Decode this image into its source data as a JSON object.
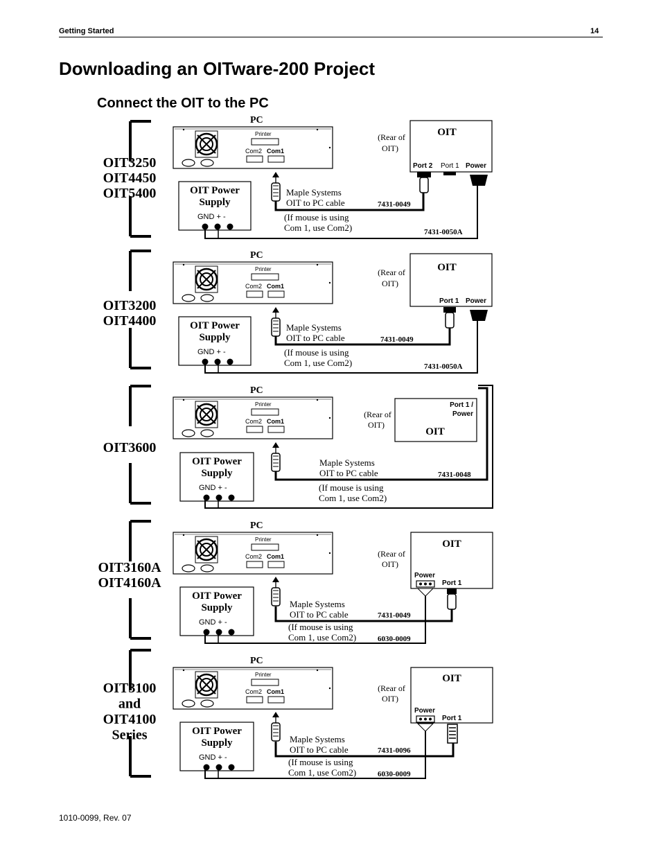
{
  "header": {
    "section": "Getting Started",
    "page_number": "14"
  },
  "title": "Downloading an OITware-200 Project",
  "subtitle": "Connect the OIT to the PC",
  "footer": "1010-0099, Rev. 07",
  "pc": {
    "label": "PC",
    "printer_label": "Printer",
    "com2_label": "Com2",
    "com1_label": "Com1"
  },
  "power_supply": {
    "title_line1": "OIT Power",
    "title_line2": "Supply",
    "terminals": "GND +   -"
  },
  "cable": {
    "line1": "Maple Systems",
    "line2": "OIT to PC cable"
  },
  "mouse_note": {
    "line1": "(If mouse is using",
    "line2": "Com 1, use Com2)"
  },
  "rear_note": {
    "line1": "(Rear of",
    "line2": "OIT)"
  },
  "oit_label": "OIT",
  "sections": [
    {
      "models": [
        "OIT3250",
        "OIT4450",
        "OIT5400"
      ],
      "ports": {
        "port2": "Port 2",
        "port1": "Port 1",
        "power": "Power"
      },
      "cable_part": "7431-0049",
      "power_part": "7431-0050A"
    },
    {
      "models": [
        "OIT3200",
        "OIT4400"
      ],
      "ports": {
        "port1": "Port 1",
        "power": "Power"
      },
      "cable_part": "7431-0049",
      "power_part": "7431-0050A"
    },
    {
      "models": [
        "OIT3600"
      ],
      "ports": {
        "combo_line1": "Port 1 /",
        "combo_line2": "Power"
      },
      "cable_part": "7431-0048"
    },
    {
      "models": [
        "OIT3160A",
        "OIT4160A"
      ],
      "ports": {
        "power": "Power",
        "port1": "Port 1"
      },
      "cable_part": "7431-0049",
      "power_part": "6030-0009"
    },
    {
      "models": [
        "OIT3100",
        "and",
        "OIT4100",
        "Series"
      ],
      "ports": {
        "power": "Power",
        "port1": "Port 1"
      },
      "cable_part": "7431-0096",
      "power_part": "6030-0009"
    }
  ]
}
